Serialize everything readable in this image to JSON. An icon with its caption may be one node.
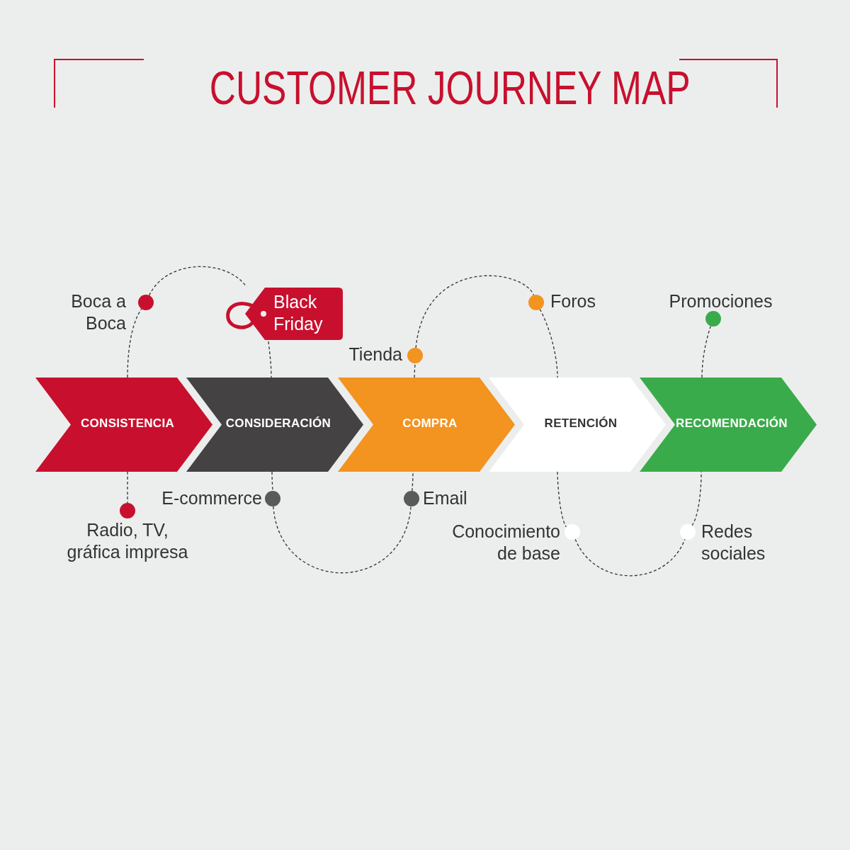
{
  "diagram": {
    "title": "CUSTOMER JOURNEY MAP",
    "nodes": [
      {
        "text": [
          "CONSISTENCIA"
        ]
      },
      {
        "text": [
          "CONSIDERACIÓN"
        ]
      },
      {
        "text": [
          "COMPRA"
        ]
      },
      {
        "text": [
          "RETENCIÓN"
        ]
      },
      {
        "text": [
          "RECOMENDACIÓN"
        ]
      },
      {
        "text": [
          "Boca a Boca"
        ]
      },
      {
        "text": [
          "Black Friday"
        ]
      },
      {
        "text": [
          "Tienda"
        ]
      },
      {
        "text": [
          "Foros"
        ]
      },
      {
        "text": [
          "Promociones"
        ]
      },
      {
        "text": [
          "Radio, TV, gráfica impresa"
        ]
      },
      {
        "text": [
          "E-commerce"
        ]
      },
      {
        "text": [
          "Email"
        ]
      },
      {
        "text": [
          "Conocimiento de base"
        ]
      },
      {
        "text": [
          "Redes sociales"
        ]
      }
    ],
    "edges": [
      {
        "from": 0,
        "to": 5,
        "arrow": "none",
        "style": "dashed"
      },
      {
        "from": 5,
        "to": 6,
        "arrow": "none",
        "style": "dashed"
      },
      {
        "from": 6,
        "to": 1,
        "arrow": "none",
        "style": "dashed"
      },
      {
        "from": 1,
        "to": 11,
        "arrow": "none",
        "style": "dashed"
      },
      {
        "from": 11,
        "to": 12,
        "arrow": "none",
        "style": "dashed"
      },
      {
        "from": 12,
        "to": 2,
        "arrow": "none",
        "style": "dashed"
      },
      {
        "from": 2,
        "to": 7,
        "arrow": "none",
        "style": "dashed"
      },
      {
        "from": 7,
        "to": 8,
        "arrow": "none",
        "style": "dashed"
      },
      {
        "from": 8,
        "to": 3,
        "arrow": "none",
        "style": "dashed"
      },
      {
        "from": 3,
        "to": 13,
        "arrow": "none",
        "style": "dashed"
      },
      {
        "from": 13,
        "to": 14,
        "arrow": "none",
        "style": "dashed"
      },
      {
        "from": 14,
        "to": 4,
        "arrow": "none",
        "style": "dashed"
      },
      {
        "from": 4,
        "to": 9,
        "arrow": "none",
        "style": "dashed"
      },
      {
        "from": 0,
        "to": 10,
        "arrow": "none",
        "style": "dashed"
      }
    ]
  }
}
